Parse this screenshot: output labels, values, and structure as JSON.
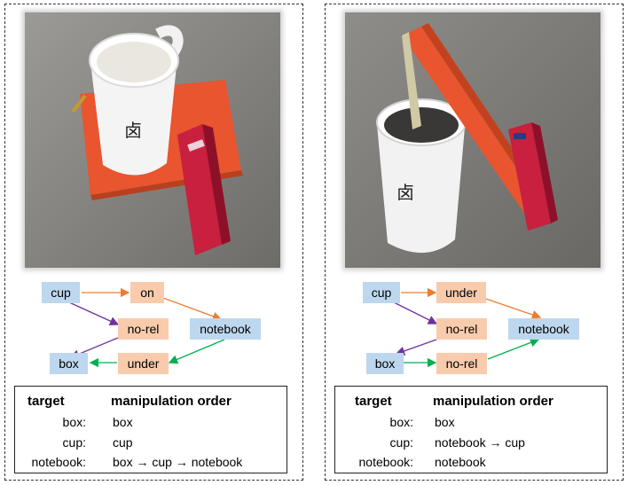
{
  "panels": [
    {
      "graph": {
        "nodes": {
          "cup": "cup",
          "rel_top": "on",
          "rel_mid": "no-rel",
          "notebook": "notebook",
          "box": "box",
          "rel_bottom": "under"
        }
      },
      "table": {
        "header_target": "target",
        "header_order": "manipulation order",
        "rows": [
          {
            "target": "box:",
            "order": "box"
          },
          {
            "target": "cup:",
            "order": "cup"
          },
          {
            "target": "notebook:",
            "order": "box → cup → notebook"
          }
        ]
      }
    },
    {
      "graph": {
        "nodes": {
          "cup": "cup",
          "rel_top": "under",
          "rel_mid": "no-rel",
          "notebook": "notebook",
          "box": "box",
          "rel_bottom": "no-rel"
        }
      },
      "table": {
        "header_target": "target",
        "header_order": "manipulation order",
        "rows": [
          {
            "target": "box:",
            "order": "box"
          },
          {
            "target": "cup:",
            "order": "notebook → cup"
          },
          {
            "target": "notebook:",
            "order": "notebook"
          }
        ]
      }
    }
  ],
  "colors": {
    "object_node": "#bdd7ee",
    "relation_node": "#f8cbad",
    "arrow_orange": "#ed7d31",
    "arrow_purple": "#7030a0",
    "arrow_green": "#00b050"
  }
}
